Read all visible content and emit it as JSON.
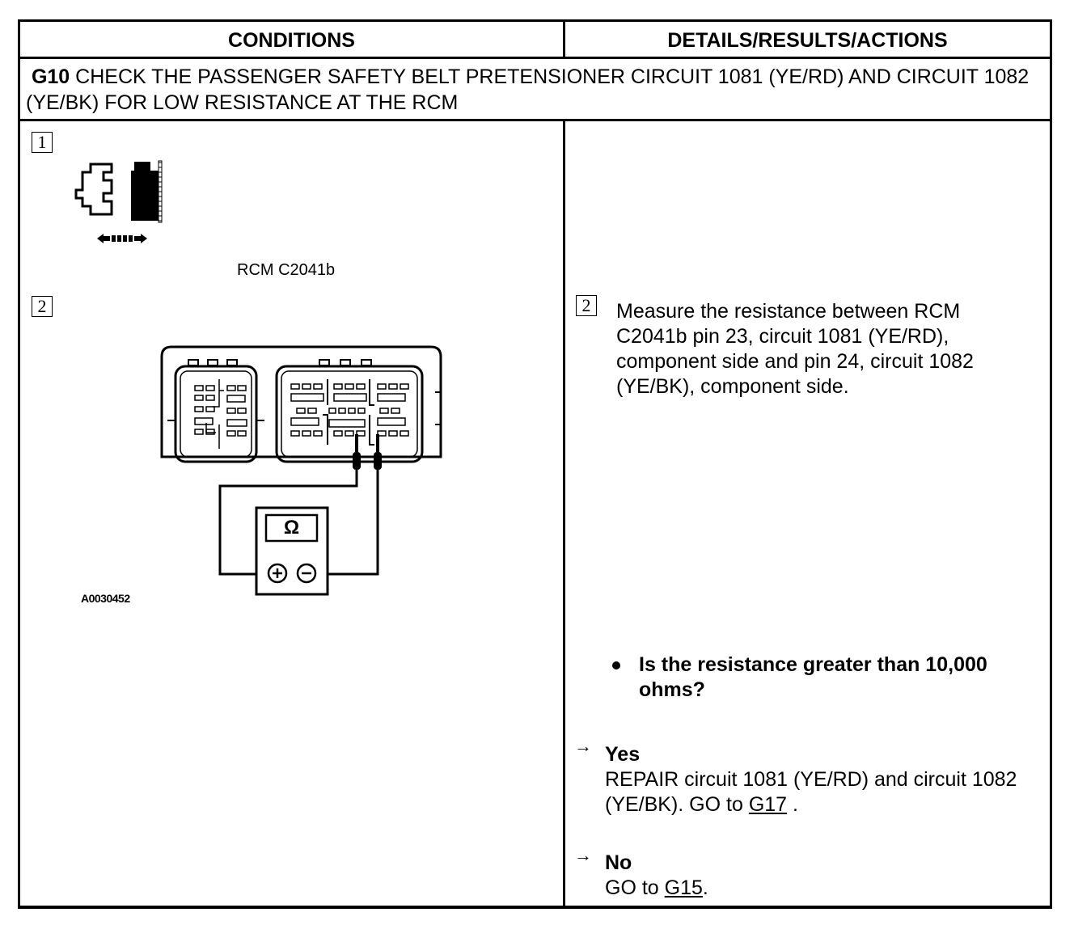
{
  "header": {
    "conditions": "CONDITIONS",
    "details": "DETAILS/RESULTS/ACTIONS"
  },
  "step": {
    "id": "G10",
    "title": "CHECK THE PASSENGER SAFETY BELT PRETENSIONER CIRCUIT 1081 (YE/RD) AND CIRCUIT 1082 (YE/BK) FOR LOW RESISTANCE AT THE RCM"
  },
  "conditions": {
    "step1_number": "1",
    "step1_caption": "RCM C2041b",
    "step2_number": "2",
    "meter_symbol": "Ω",
    "figure_code": "A0030452"
  },
  "details": {
    "step2_number": "2",
    "instruction": "Measure the resistance between RCM C2041b pin 23, circuit 1081 (YE/RD), component side and pin 24, circuit 1082 (YE/BK), component side.",
    "question": "Is the resistance greater than 10,000 ohms?",
    "yes_label": "Yes",
    "yes_text_before": "REPAIR circuit 1081 (YE/RD) and circuit 1082 (YE/BK). GO to ",
    "yes_link": "G17",
    "yes_text_after": " .",
    "no_label": "No",
    "no_text_before": "GO to ",
    "no_link": "G15",
    "no_text_after": "."
  }
}
